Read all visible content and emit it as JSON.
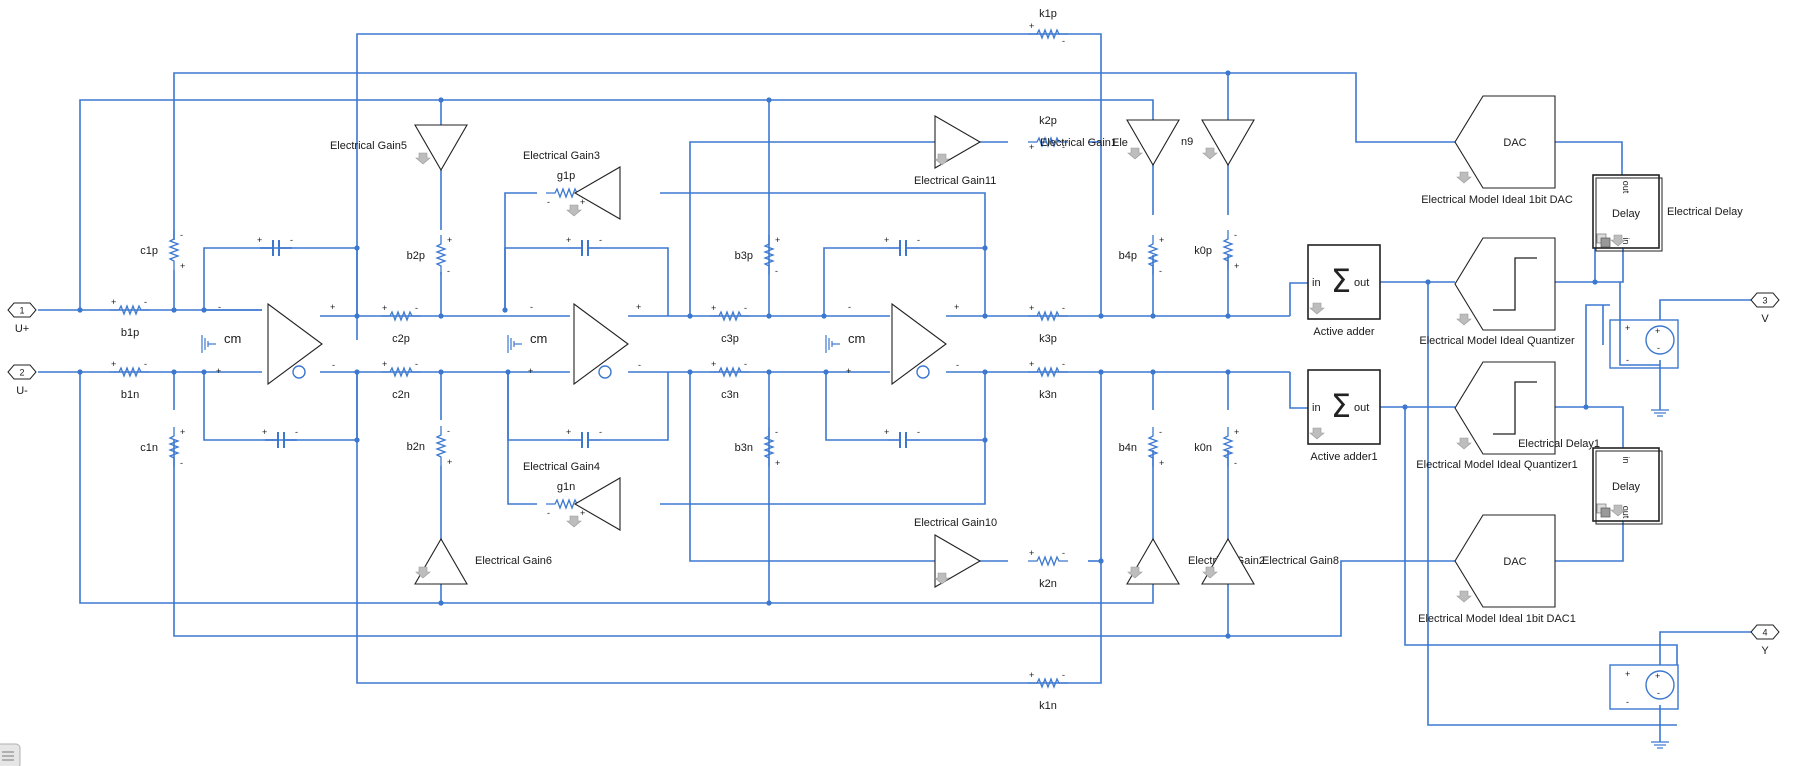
{
  "ports": [
    {
      "number": "1",
      "label": "U+"
    },
    {
      "number": "2",
      "label": "U-"
    },
    {
      "number": "3",
      "label": "V"
    },
    {
      "number": "4",
      "label": "Y"
    }
  ],
  "resistors": {
    "b1p": "b1p",
    "b1n": "b1n",
    "c1p": "c1p",
    "c1n": "c1n",
    "c2p": "c2p",
    "c2n": "c2n",
    "b2p": "b2p",
    "b2n": "b2n",
    "g1p": "g1p",
    "g1n": "g1n",
    "c3p": "c3p",
    "c3n": "c3n",
    "b3p": "b3p",
    "b3n": "b3n",
    "k3p": "k3p",
    "k3n": "k3n",
    "b4p": "b4p",
    "b4n": "b4n",
    "k0p": "k0p",
    "k0n": "k0n",
    "k1p": "k1p",
    "k1n": "k1n",
    "k2p": "k2p",
    "k2n": "k2n"
  },
  "gains": {
    "g5": "Electrical Gain5",
    "g6": "Electrical Gain6",
    "g3": "Electrical Gain3",
    "g4": "Electrical Gain4",
    "g11": "Electrical Gain11",
    "g10": "Electrical Gain10",
    "gtop_overlap": "Electrical Gain1",
    "gtop_clip": "Ele",
    "n9": "n9",
    "gbot_a": "Electrical Gain2",
    "gbot_b": "Electrical Gain8"
  },
  "opamps": {
    "cm": "cm"
  },
  "adders": [
    {
      "label": "Active adder",
      "in": "in",
      "out": "out"
    },
    {
      "label": "Active adder1",
      "in": "in",
      "out": "out"
    }
  ],
  "dacs": [
    {
      "text": "DAC",
      "label": "Electrical Model Ideal 1bit DAC"
    },
    {
      "text": "DAC",
      "label": "Electrical Model Ideal 1bit DAC1"
    }
  ],
  "quantizers": [
    {
      "label": "Electrical Model Ideal Quantizer"
    },
    {
      "label": "Electrical Model Ideal Quantizer1"
    }
  ],
  "delays": [
    {
      "text": "Delay",
      "in": "in",
      "out": "out",
      "label": "Electrical Delay"
    },
    {
      "text": "Delay",
      "in": "in",
      "out": "out",
      "label": "Electrical Delay1"
    }
  ],
  "signs": {
    "plus": "+",
    "minus": "-"
  },
  "colors": {
    "wire": "#3c78d0",
    "block": "#222222"
  }
}
